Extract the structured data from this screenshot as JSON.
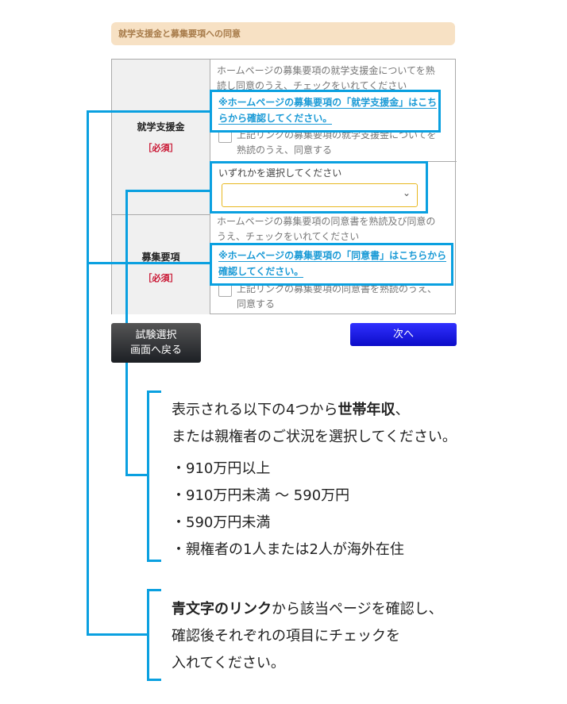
{
  "section_title": "就学支援金と募集要項への同意",
  "rows": [
    {
      "label": "就学支援金",
      "required": "［必須］",
      "instruction": "ホームページの募集要項の就学支援金についてを熟読し同意のうえ、チェックをいれてください",
      "link": "※ホームページの募集要項の「就学支援金」はこちらから確認してください。",
      "checkbox_label": "上記リンクの募集要項の就学支援金についてを熟読のうえ、同意する",
      "select_label": "いずれかを選択してください",
      "select_value": ""
    },
    {
      "label": "募集要項",
      "required": "［必須］",
      "instruction": "ホームページの募集要項の同意書を熟読及び同意のうえ、チェックをいれてください",
      "link": "※ホームページの募集要項の「同意書」はこちらから確認してください。",
      "checkbox_label": "上記リンクの募集要項の同意書を熟読のうえ、同意する"
    }
  ],
  "buttons": {
    "back_line1": "試験選択",
    "back_line2": "画面へ戻る",
    "next": "次へ"
  },
  "callout1": {
    "pre": "表示される以下の4つから",
    "bold": "世帯年収",
    "post": "、",
    "line2": "または親権者のご状況を選択してください。",
    "options": [
      "・910万円以上",
      "・910万円未満 〜 590万円",
      "・590万円未満",
      "・親権者の1人または2人が海外在住"
    ]
  },
  "callout2": {
    "bold": "青文字のリンク",
    "post": "から該当ページを確認し、",
    "line2": "確認後それぞれの項目にチェックを",
    "line3": "入れてください。"
  },
  "colors": {
    "accent": "#0aa0e0",
    "link": "#1a9ad6",
    "required": "#c8102e",
    "next": "#1a1aee"
  }
}
